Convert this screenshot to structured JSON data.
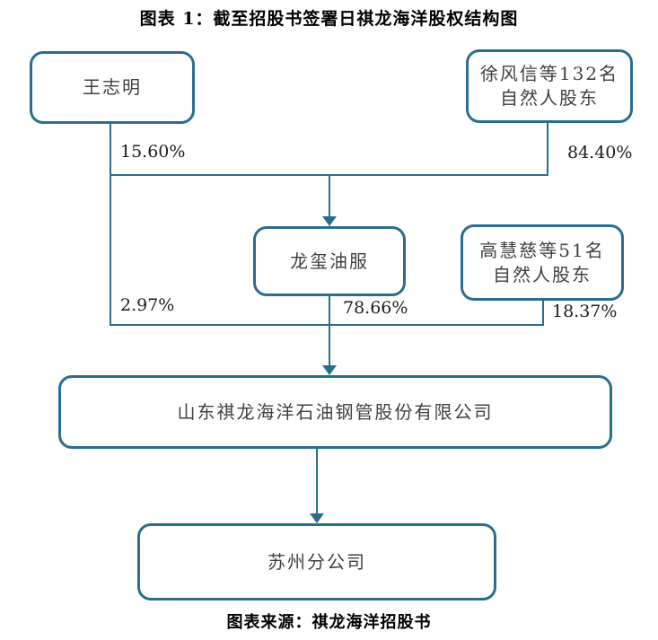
{
  "title": "图表 1：截至招股书签署日祺龙海洋股权结构图",
  "source_note": "图表来源：祺龙海洋招股书",
  "colors": {
    "accent": "#2a6d8e",
    "node_text": "#404040",
    "label_text": "#1c1c1c"
  },
  "nodes": {
    "wang": {
      "label": "王志明"
    },
    "xu": {
      "line1": "徐风信等132名",
      "line2": "自然人股东"
    },
    "longxi": {
      "label": "龙玺油服"
    },
    "gao": {
      "line1": "高慧慈等51名",
      "line2": "自然人股东"
    },
    "company": {
      "label": "山东祺龙海洋石油钢管股份有限公司"
    },
    "branch": {
      "label": "苏州分公司"
    }
  },
  "edges": {
    "wang_to_longxi": {
      "from": "王志明",
      "to": "龙玺油服",
      "label": "15.60%"
    },
    "xu_to_longxi": {
      "from": "徐风信等132名自然人股东",
      "to": "龙玺油服",
      "label": "84.40%"
    },
    "wang_to_company": {
      "from": "王志明",
      "to": "山东祺龙海洋石油钢管股份有限公司",
      "label": "2.97%"
    },
    "longxi_to_company": {
      "from": "龙玺油服",
      "to": "山东祺龙海洋石油钢管股份有限公司",
      "label": "78.66%"
    },
    "gao_to_company": {
      "from": "高慧慈等51名自然人股东",
      "to": "山东祺龙海洋石油钢管股份有限公司",
      "label": "18.37%"
    },
    "company_to_branch": {
      "from": "山东祺龙海洋石油钢管股份有限公司",
      "to": "苏州分公司",
      "label": ""
    }
  }
}
